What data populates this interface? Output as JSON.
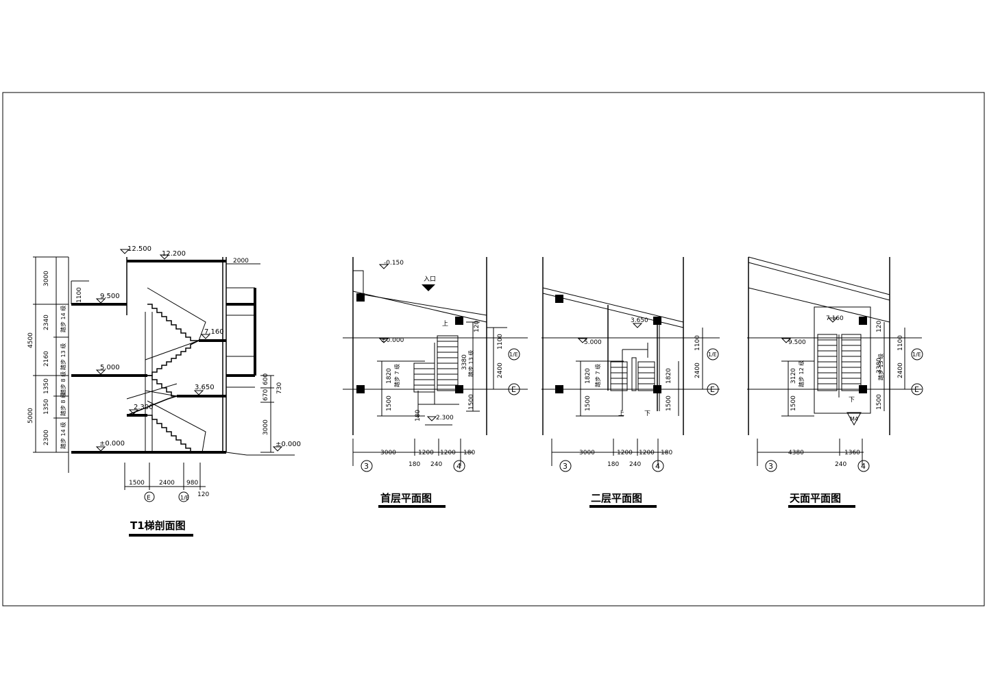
{
  "section": {
    "title": "T1梯剖面图",
    "levels": [
      "12.500",
      "12.200",
      "9.500",
      "7.160",
      "5.000",
      "3.650",
      "2.300",
      "±0.000",
      "±0.000"
    ],
    "left_dims": [
      "3000",
      "1100",
      "2340",
      "2160",
      "1350",
      "1350",
      "2300",
      "4500",
      "5000"
    ],
    "flight_notes": [
      "踏步 14 级",
      "踏步 13 级",
      "踏步 8 级",
      "踏步 8 级",
      "踏步 14 级"
    ],
    "right_top": "2000",
    "right_dims": [
      "600",
      "730",
      "670",
      "3000"
    ],
    "bottom_dims": [
      "1500",
      "2400",
      "980",
      "120"
    ],
    "axes": [
      "E",
      "1/E"
    ]
  },
  "plan1": {
    "title": "首层平面图",
    "levels": [
      "-0.150",
      "±0.000",
      "2.300"
    ],
    "entrance": "入口",
    "up": "上",
    "dims_left": [
      "1820",
      "1500"
    ],
    "dims_right": [
      "120",
      "1100",
      "3380",
      "2400",
      "1500"
    ],
    "dims_small": [
      "180"
    ],
    "flight_note": "踏步 13 级",
    "flight_note2": "踏步 7 级",
    "bottom_dims_a": [
      "3000",
      "1200",
      "1200",
      "180"
    ],
    "bottom_dims_b": [
      "180",
      "240"
    ],
    "axes": [
      "3",
      "4",
      "1/E",
      "E"
    ]
  },
  "plan2": {
    "title": "二层平面图",
    "levels": [
      "3.650",
      "5.000"
    ],
    "up": "上",
    "down": "下",
    "dims_left": [
      "1820",
      "1500"
    ],
    "dims_right": [
      "1820",
      "1500",
      "1100",
      "2400"
    ],
    "flight_note": "踏步 7 级",
    "bottom_dims_a": [
      "3000",
      "1200",
      "1200",
      "180"
    ],
    "bottom_dims_b": [
      "180",
      "240"
    ],
    "axes": [
      "3",
      "4",
      "1/E",
      "E"
    ]
  },
  "plan3": {
    "title": "天面平面图",
    "levels": [
      "7.160",
      "9.500"
    ],
    "down": "下",
    "door": "M4",
    "dims_left": [
      "3120",
      "1500"
    ],
    "dims_right": [
      "120",
      "1100",
      "3380",
      "2400",
      "1500"
    ],
    "flight_note": "踏步 12 级",
    "flight_note2": "踏步 13 级",
    "bottom_dims_a": [
      "4380",
      "1360"
    ],
    "bottom_dims_b": [
      "240"
    ],
    "axes": [
      "3",
      "4",
      "1/E",
      "E"
    ]
  }
}
